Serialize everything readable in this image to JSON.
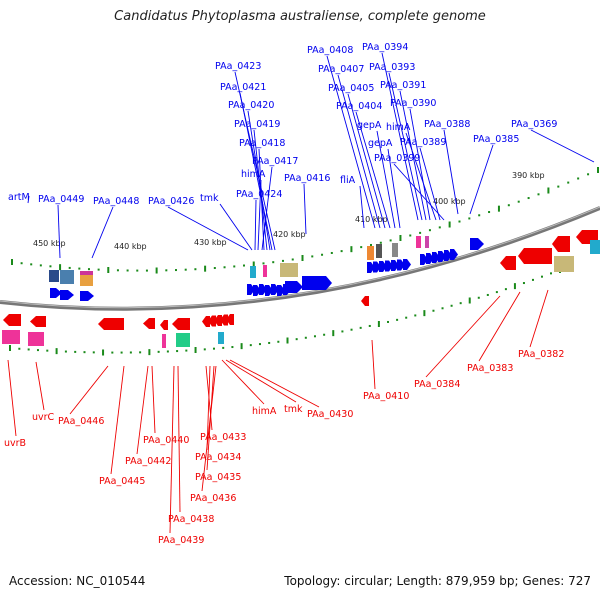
{
  "title": "Candidatus Phytoplasma australiense, complete genome",
  "footer": {
    "accession": "Accession: NC_010544",
    "summary": "Topology: circular; Length: 879,959 bp; Genes: 727"
  },
  "colors": {
    "forward": "#0000ee",
    "reverse": "#ee0000",
    "backbone": "#777777",
    "tick": "#1a8a1a"
  },
  "kbp_ticks": [
    "450 kbp",
    "440 kbp",
    "430 kbp",
    "420 kbp",
    "410 kbp",
    "400 kbp",
    "390 kbp"
  ],
  "forward_labels": [
    "artM",
    "PAa_0449",
    "PAa_0448",
    "PAa_0426",
    "tmk",
    "PAa_0424",
    "himA",
    "PAa_0417",
    "PAa_0418",
    "PAa_0419",
    "PAa_0420",
    "PAa_0421",
    "PAa_0423",
    "PAa_0416",
    "fliA",
    "PAa_0408",
    "PAa_0407",
    "PAa_0405",
    "PAa_0404",
    "gepA",
    "gepA",
    "PAa_0394",
    "PAa_0393",
    "PAa_0391",
    "PAa_0390",
    "himA",
    "PAa_0389",
    "PAa_0399",
    "PAa_0388",
    "PAa_0385",
    "PAa_0369"
  ],
  "reverse_labels": [
    "uvrB",
    "uvrC",
    "PAa_0446",
    "PAa_0445",
    "PAa_0442",
    "PAa_0440",
    "PAa_0438",
    "PAa_0439",
    "PAa_0433",
    "PAa_0434",
    "PAa_0435",
    "PAa_0436",
    "himA",
    "tmk",
    "PAa_0430",
    "PAa_0410",
    "PAa_0384",
    "PAa_0383",
    "PAa_0382"
  ]
}
